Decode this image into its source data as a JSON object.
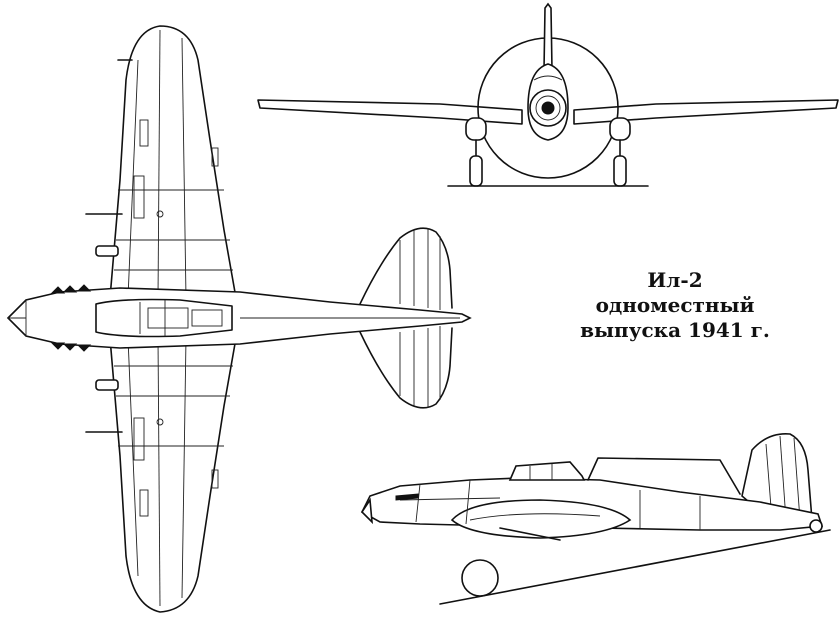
{
  "caption": {
    "line1": "Ил-2",
    "line2": "одноместный",
    "line3": "выпуска 1941 г."
  },
  "views": [
    "top-view",
    "front-view",
    "side-view"
  ],
  "colors": {
    "ink": "#111111",
    "paper": "#ffffff"
  }
}
